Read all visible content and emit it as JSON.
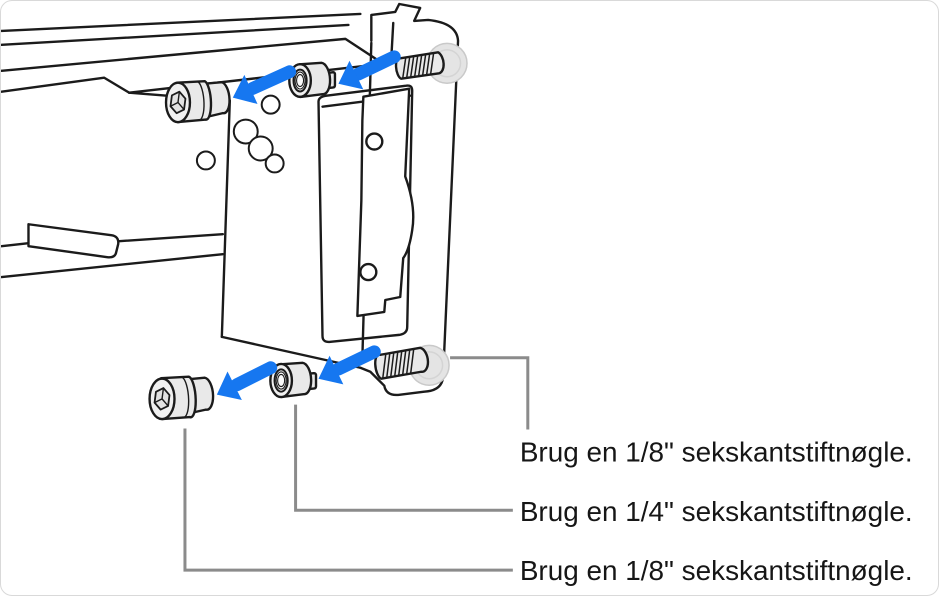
{
  "figure": {
    "background_color": "#ffffff",
    "line_color": "#1b1b1b",
    "metal_fill": "#e9e9e9",
    "metal_face_fill": "#f0f0f0",
    "hole_fill": "#fafafa",
    "flange_fill": "#e4e4e4",
    "flange_stroke": "#c9c9c9",
    "arrow_color": "#1677f0",
    "callout_color": "#8b8b8b",
    "text_color": "#161616",
    "labels": [
      {
        "text": "Brug en 1/8\" sekskantstiftnøgle."
      },
      {
        "text": "Brug en 1/4\" sekskantstiftnøgle."
      },
      {
        "text": "Brug en 1/8\" sekskantstiftnøgle."
      }
    ]
  }
}
